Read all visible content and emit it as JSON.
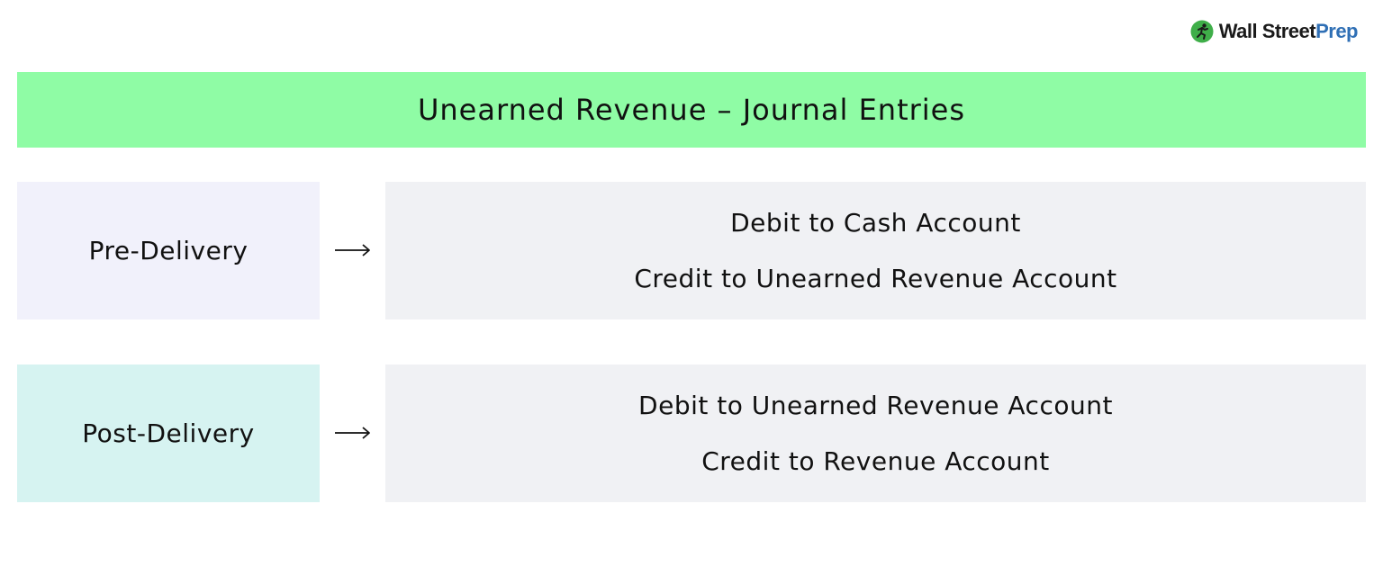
{
  "logo": {
    "icon": "running-figure-icon",
    "word1": "Wall Street",
    "word2": "Prep",
    "colors": {
      "mark": "#3fae49",
      "text": "#1a1a1a",
      "accent": "#2f6fb5"
    }
  },
  "title": "Unearned Revenue – Journal Entries",
  "rows": [
    {
      "label": "Pre-Delivery",
      "arrow_icon": "right-arrow-icon",
      "entries": [
        "Debit to Cash Account",
        "Credit to Unearned Revenue Account"
      ]
    },
    {
      "label": "Post-Delivery",
      "arrow_icon": "right-arrow-icon",
      "entries": [
        "Debit to Unearned Revenue Account",
        "Credit to Revenue Account"
      ]
    }
  ],
  "colors": {
    "title_bar": "#8ffca5",
    "pre_label_bg": "#f1f1fb",
    "post_label_bg": "#d6f3f1",
    "entry_bg": "#f0f1f4"
  }
}
